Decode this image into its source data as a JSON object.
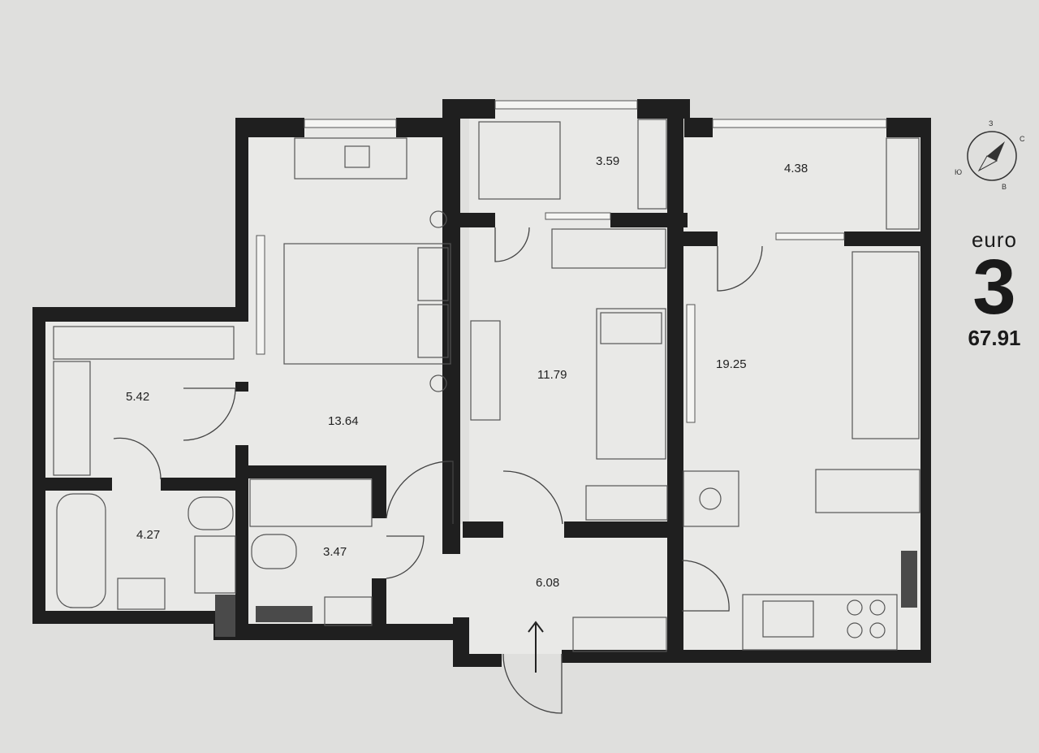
{
  "plan": {
    "type_label": "euro",
    "rooms_count": "3",
    "total_area": "67.91",
    "compass": {
      "n": "С",
      "s": "Ю",
      "w": "З",
      "e": "В"
    },
    "rooms": [
      {
        "id": "balcony-1",
        "area": "3.59"
      },
      {
        "id": "balcony-2",
        "area": "4.38"
      },
      {
        "id": "bedroom",
        "area": "13.64"
      },
      {
        "id": "children-room",
        "area": "11.79"
      },
      {
        "id": "living-kitchen",
        "area": "19.25"
      },
      {
        "id": "wardrobe",
        "area": "5.42"
      },
      {
        "id": "bathroom",
        "area": "4.27"
      },
      {
        "id": "toilet",
        "area": "3.47"
      },
      {
        "id": "hallway",
        "area": "6.08"
      }
    ]
  },
  "colors": {
    "wall": "#1f1f1f",
    "background": "#dfdfdd",
    "floor": "#e9e9e7",
    "furniture_line": "#555555"
  }
}
